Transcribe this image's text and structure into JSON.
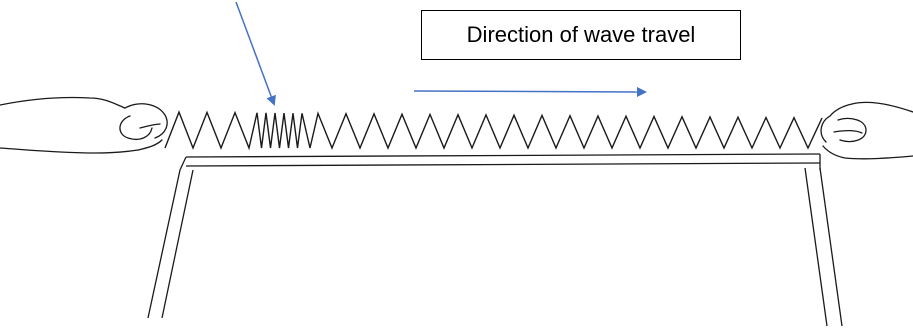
{
  "diagram": {
    "label": "Direction of wave travel",
    "colors": {
      "ink": "#1a1a1a",
      "arrow": "#4472c4",
      "background": "#ffffff"
    },
    "elements": {
      "spring": "slinky-spring",
      "table": "table-outline",
      "hands": [
        "left-hand",
        "right-hand"
      ],
      "arrows": [
        "compression-pointer-arrow",
        "direction-arrow"
      ]
    }
  }
}
